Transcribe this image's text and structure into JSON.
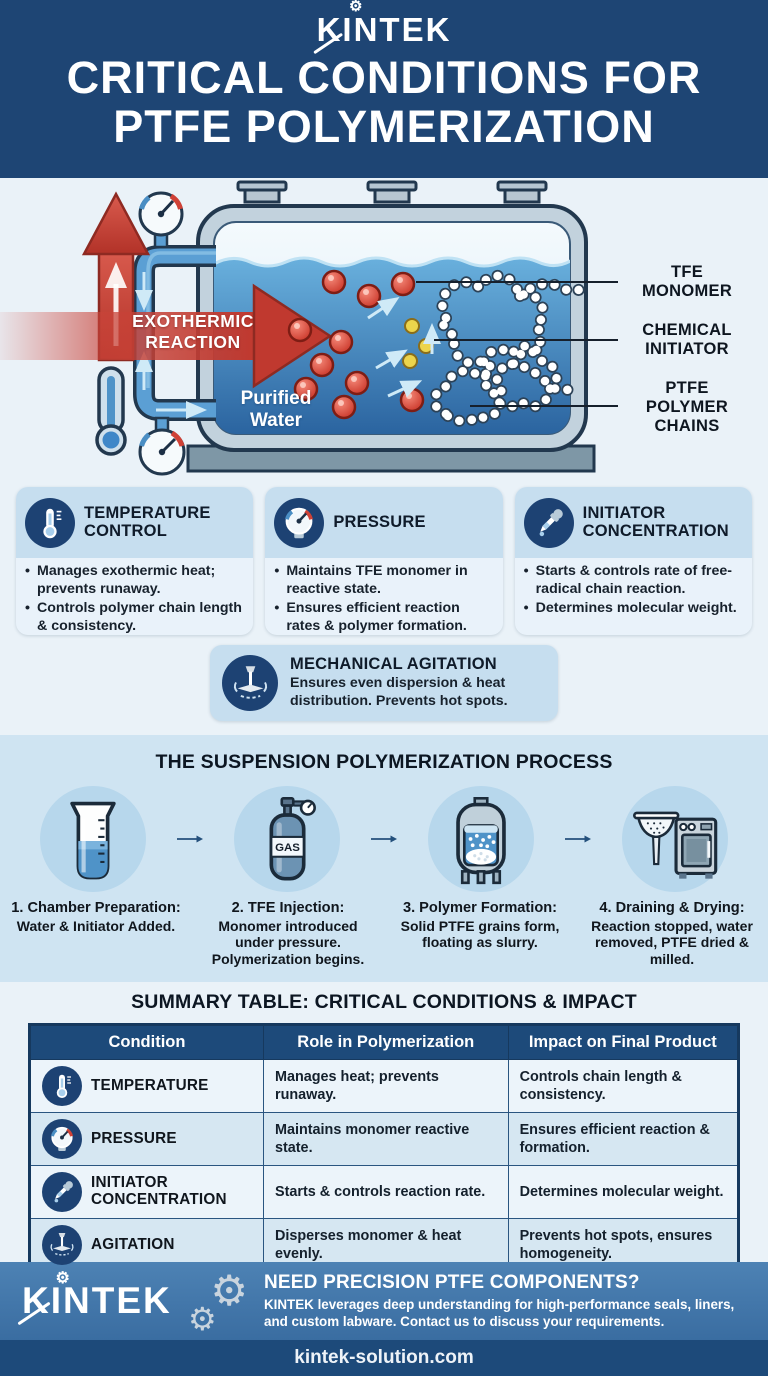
{
  "header": {
    "logo": "KINTEK",
    "title_line1": "CRITICAL CONDITIONS FOR",
    "title_line2": "PTFE POLYMERIZATION"
  },
  "diagram": {
    "exothermic_line1": "EXOTHERMIC",
    "exothermic_line2": "REACTION",
    "purified_water": "Purified\nWater",
    "label_tfe": "TFE\nMONOMER",
    "label_initiator": "CHEMICAL\nINITIATOR",
    "label_chains": "PTFE\nPOLYMER\nCHAINS"
  },
  "cards": [
    {
      "title": "TEMPERATURE CONTROL",
      "icon": "thermometer-icon",
      "bullets": [
        "Manages exothermic heat; prevents runaway.",
        "Controls polymer chain length & consistency."
      ]
    },
    {
      "title": "PRESSURE",
      "icon": "pressure-gauge-icon",
      "bullets": [
        "Maintains TFE monomer in reactive state.",
        "Ensures efficient reaction rates & polymer formation."
      ]
    },
    {
      "title": "INITIATOR CONCENTRATION",
      "icon": "dropper-icon",
      "bullets": [
        "Starts & controls rate of free-radical chain reaction.",
        "Determines molecular weight."
      ]
    }
  ],
  "agitation": {
    "title": "MECHANICAL AGITATION",
    "text": "Ensures even dispersion & heat distribution. Prevents hot spots."
  },
  "process": {
    "title": "THE SUSPENSION POLYMERIZATION PROCESS",
    "steps": [
      {
        "title": "1. Chamber Preparation:",
        "desc": "Water & Initiator Added.",
        "icon": "beaker-icon"
      },
      {
        "title": "2. TFE Injection:",
        "desc": "Monomer introduced under pressure. Polymerization begins.",
        "icon": "gas-cylinder-icon",
        "gas_label": "GAS"
      },
      {
        "title": "3. Polymer Formation:",
        "desc": "Solid PTFE grains form, floating as slurry.",
        "icon": "reactor-vessel-icon"
      },
      {
        "title": "4. Draining & Drying:",
        "desc": "Reaction stopped, water removed, PTFE dried & milled.",
        "icon": "funnel-oven-icon"
      }
    ]
  },
  "summary": {
    "title": "SUMMARY TABLE: CRITICAL CONDITIONS & IMPACT",
    "columns": [
      "Condition",
      "Role in Polymerization",
      "Impact on Final Product"
    ],
    "rows": [
      {
        "condition": "TEMPERATURE",
        "role": "Manages heat; prevents runaway.",
        "impact": "Controls chain length & consistency."
      },
      {
        "condition": "PRESSURE",
        "role": "Maintains monomer reactive state.",
        "impact": "Ensures efficient reaction & formation."
      },
      {
        "condition": "INITIATOR CONCENTRATION",
        "role": "Starts & controls reaction rate.",
        "impact": "Determines molecular weight."
      },
      {
        "condition": "AGITATION",
        "role": "Disperses monomer & heat evenly.",
        "impact": "Prevents hot spots, ensures homogeneity."
      }
    ]
  },
  "footer": {
    "logo": "KINTEK",
    "heading": "NEED PRECISION PTFE COMPONENTS?",
    "body": "KINTEK leverages deep understanding for high-performance seals, liners, and custom labware. Contact us to discuss your requirements.",
    "website": "kintek-solution.com"
  },
  "colors": {
    "header_navy": "#1e4574",
    "table_navy": "#1d4a7a",
    "icon_navy": "#1d4273",
    "red": "#c0392f",
    "process_bg": "#cfe4f2",
    "pale_bg": "#eaf2f8",
    "card_head": "#c6deef",
    "footer_blue": "#3a6da1",
    "initiator_yellow": "#ecd44c",
    "water_blue": "#2a639f"
  }
}
